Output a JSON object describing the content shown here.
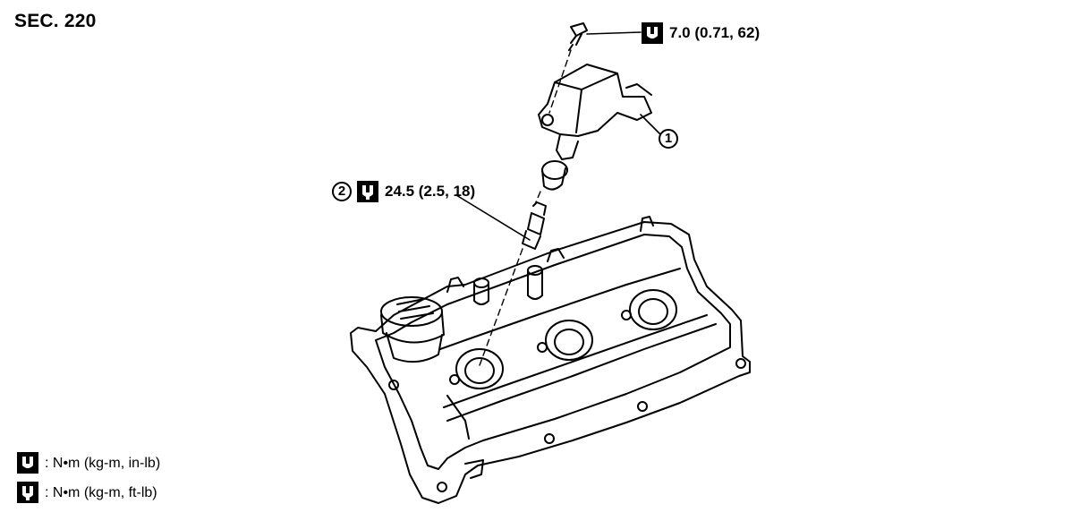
{
  "section_label": "SEC. 220",
  "callouts": {
    "bolt_torque": "7.0 (0.71, 62)",
    "spark_plug_number": "2",
    "spark_plug_torque": "24.5 (2.5, 18)",
    "ignition_coil_number": "1"
  },
  "legend": {
    "unit_in_lb": ": N•m (kg-m, in-lb)",
    "unit_ft_lb": ": N•m (kg-m, ft-lb)"
  },
  "icons": {
    "torque_in_lb": "torque-wrench-filled-icon",
    "torque_ft_lb": "torque-wrench-outline-icon"
  }
}
